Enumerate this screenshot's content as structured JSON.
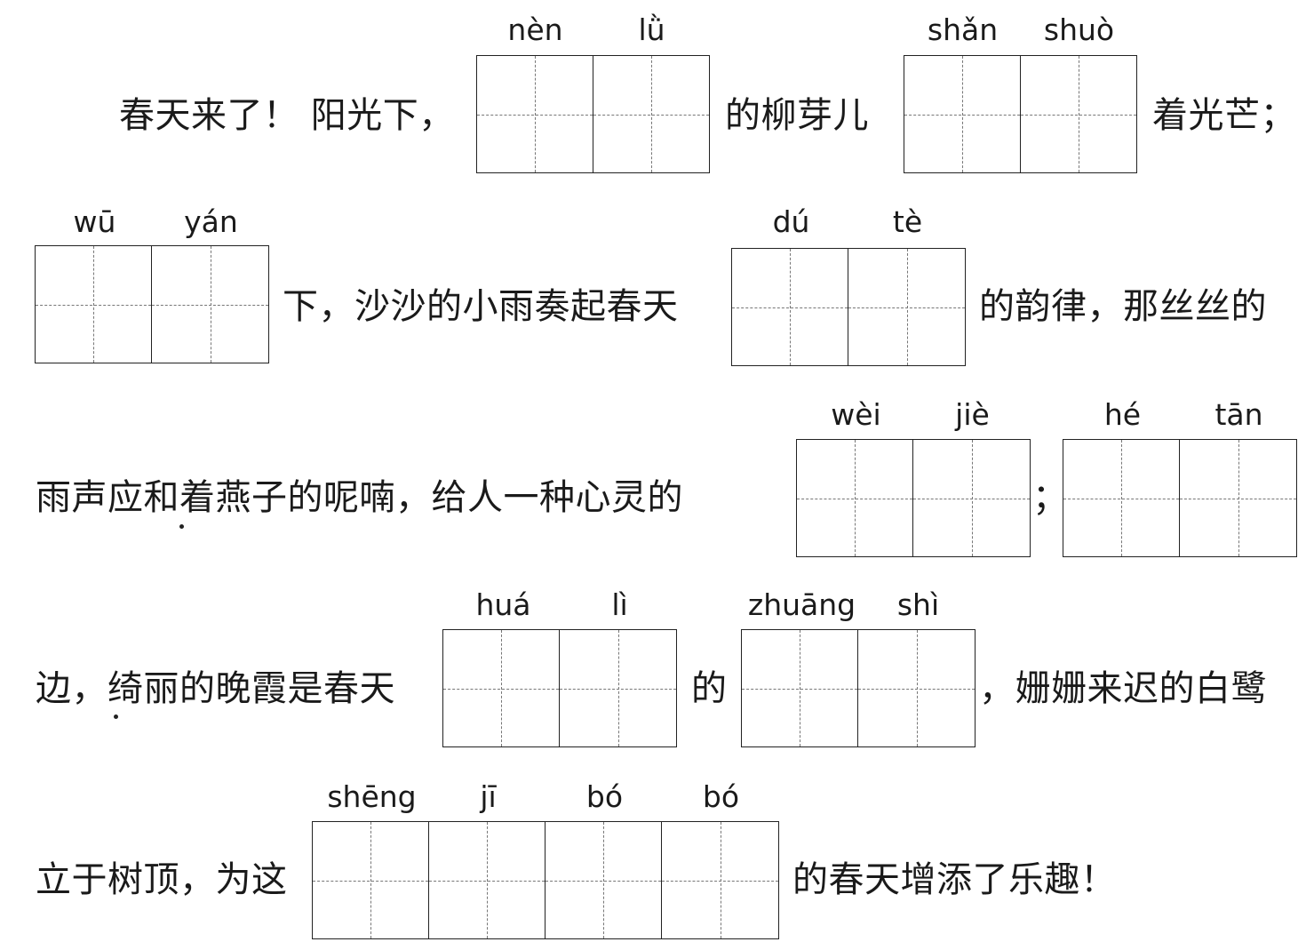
{
  "rows": [
    {
      "segments": [
        "春天来了！ 阳光下，",
        "的柳芽儿",
        "着光芒；"
      ],
      "blanks": [
        {
          "pinyin": [
            "nèn",
            "lǜ"
          ]
        },
        {
          "pinyin": [
            "shǎn",
            "shuò"
          ]
        }
      ]
    },
    {
      "segments": [
        "下，沙沙的小雨奏起春天",
        "的韵律，那丝丝的"
      ],
      "blanks": [
        {
          "pinyin": [
            "wū",
            "yán"
          ]
        },
        {
          "pinyin": [
            "dú",
            "tè"
          ]
        }
      ]
    },
    {
      "segments": [
        "雨声应和着燕子的呢喃，给人一种心灵的",
        "；"
      ],
      "blanks": [
        {
          "pinyin": [
            "wèi",
            "jiè"
          ]
        },
        {
          "pinyin": [
            "hé",
            "tān"
          ]
        }
      ]
    },
    {
      "segments": [
        "边，绮丽的晚霞是春天",
        "的",
        "，姗姗来迟的白鹭"
      ],
      "blanks": [
        {
          "pinyin": [
            "huá",
            "lì"
          ]
        },
        {
          "pinyin": [
            "zhuāng",
            "shì"
          ]
        }
      ]
    },
    {
      "segments": [
        "立于树顶，为这",
        "的春天增添了乐趣！"
      ],
      "blanks": [
        {
          "pinyin": [
            "shēng",
            "jī",
            "bó",
            "bó"
          ]
        }
      ]
    }
  ]
}
